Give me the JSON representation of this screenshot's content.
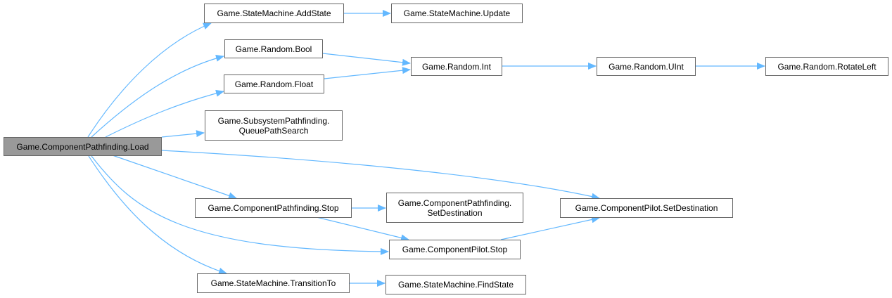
{
  "graph": {
    "edge_color": "#63b8ff",
    "root_fill": "#999999",
    "nodes": {
      "load": {
        "label": "Game.ComponentPathfinding.Load"
      },
      "add_state": {
        "label": "Game.StateMachine.AddState"
      },
      "update": {
        "label": "Game.StateMachine.Update"
      },
      "random_bool": {
        "label": "Game.Random.Bool"
      },
      "random_float": {
        "label": "Game.Random.Float"
      },
      "random_int": {
        "label": "Game.Random.Int"
      },
      "random_uint": {
        "label": "Game.Random.UInt"
      },
      "rotate_left": {
        "label": "Game.Random.RotateLeft"
      },
      "queue_path_search": {
        "line1": "Game.SubsystemPathfinding.",
        "line2": "QueuePathSearch"
      },
      "pilot_set_destination": {
        "label": "Game.ComponentPilot.SetDestination"
      },
      "pathfinding_stop": {
        "label": "Game.ComponentPathfinding.Stop"
      },
      "pathfinding_set_destination": {
        "line1": "Game.ComponentPathfinding.",
        "line2": "SetDestination"
      },
      "pilot_stop": {
        "label": "Game.ComponentPilot.Stop"
      },
      "transition_to": {
        "label": "Game.StateMachine.TransitionTo"
      },
      "find_state": {
        "label": "Game.StateMachine.FindState"
      }
    }
  }
}
